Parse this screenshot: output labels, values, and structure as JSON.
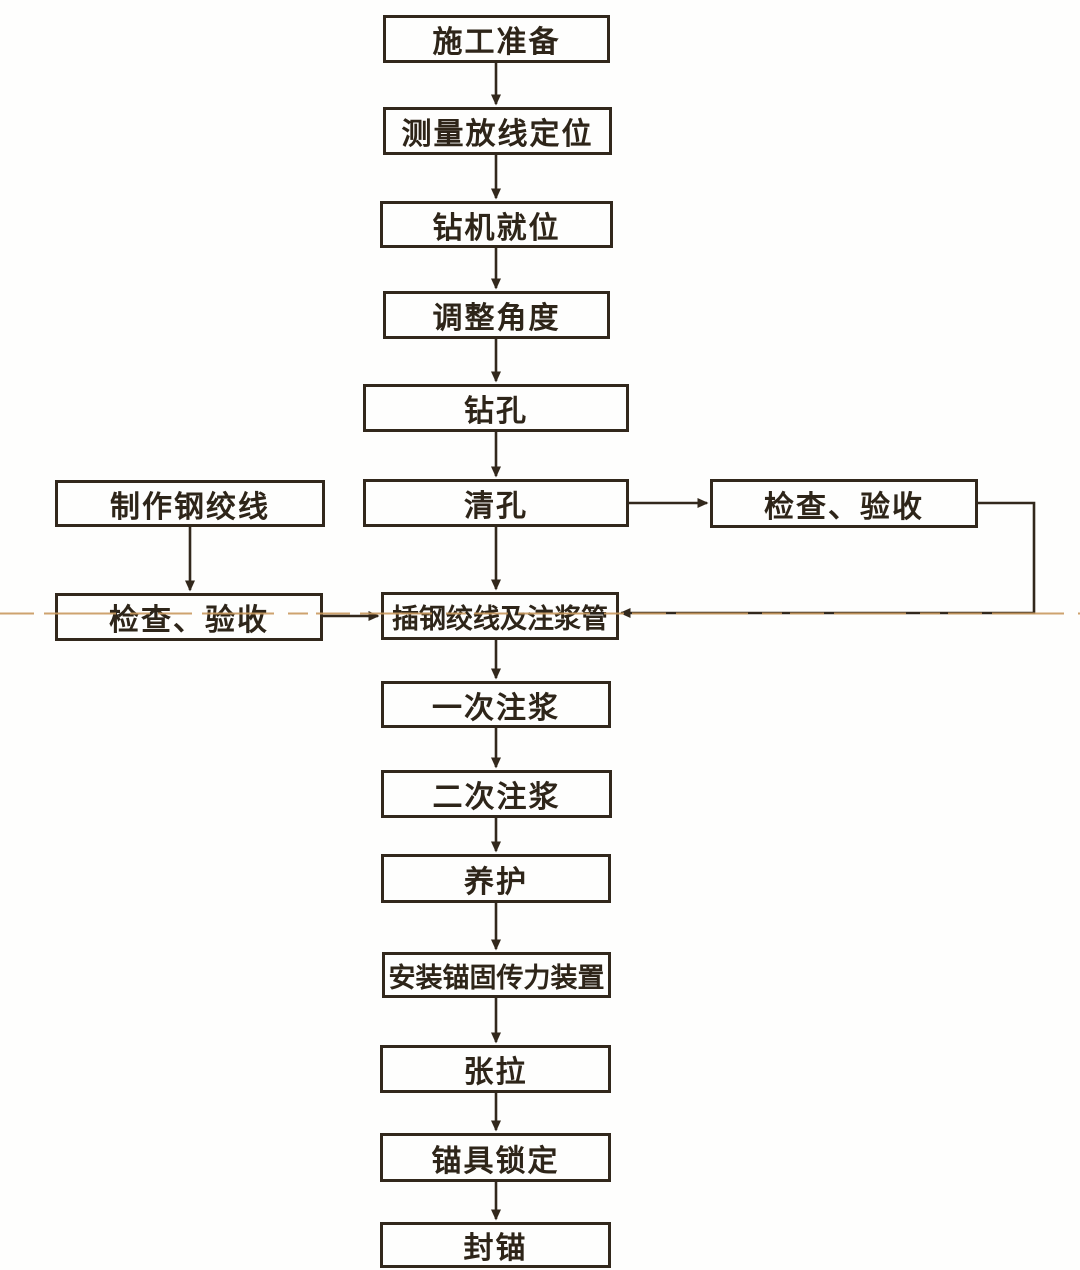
{
  "nodes": [
    {
      "id": "construction-preparation",
      "label": "施工准备"
    },
    {
      "id": "survey-layout-positioning",
      "label": "测量放线定位"
    },
    {
      "id": "drill-rig-in-place",
      "label": "钻机就位"
    },
    {
      "id": "adjust-angle",
      "label": "调整角度"
    },
    {
      "id": "drilling",
      "label": "钻孔"
    },
    {
      "id": "hole-cleaning",
      "label": "清孔"
    },
    {
      "id": "insert-strand-and-grout-pipe",
      "label": "插钢绞线及注浆管"
    },
    {
      "id": "primary-grouting",
      "label": "一次注浆"
    },
    {
      "id": "secondary-grouting",
      "label": "二次注浆"
    },
    {
      "id": "curing",
      "label": "养护"
    },
    {
      "id": "install-anchor-force-device",
      "label": "安装锚固传力装置"
    },
    {
      "id": "tensioning",
      "label": "张拉"
    },
    {
      "id": "anchor-locking",
      "label": "锚具锁定"
    },
    {
      "id": "seal-anchor",
      "label": "封锚"
    },
    {
      "id": "fabricate-steel-strand",
      "label": "制作钢绞线"
    },
    {
      "id": "inspection-acceptance-left",
      "label": "检查、验收"
    },
    {
      "id": "inspection-acceptance-right",
      "label": "检查、验收"
    }
  ],
  "edges": [
    {
      "from": "construction-preparation",
      "to": "survey-layout-positioning"
    },
    {
      "from": "survey-layout-positioning",
      "to": "drill-rig-in-place"
    },
    {
      "from": "drill-rig-in-place",
      "to": "adjust-angle"
    },
    {
      "from": "adjust-angle",
      "to": "drilling"
    },
    {
      "from": "drilling",
      "to": "hole-cleaning"
    },
    {
      "from": "hole-cleaning",
      "to": "insert-strand-and-grout-pipe"
    },
    {
      "from": "insert-strand-and-grout-pipe",
      "to": "primary-grouting"
    },
    {
      "from": "primary-grouting",
      "to": "secondary-grouting"
    },
    {
      "from": "secondary-grouting",
      "to": "curing"
    },
    {
      "from": "curing",
      "to": "install-anchor-force-device"
    },
    {
      "from": "install-anchor-force-device",
      "to": "tensioning"
    },
    {
      "from": "tensioning",
      "to": "anchor-locking"
    },
    {
      "from": "anchor-locking",
      "to": "seal-anchor"
    },
    {
      "from": "fabricate-steel-strand",
      "to": "inspection-acceptance-left"
    },
    {
      "from": "inspection-acceptance-left",
      "to": "insert-strand-and-grout-pipe"
    },
    {
      "from": "hole-cleaning",
      "to": "inspection-acceptance-right"
    },
    {
      "from": "inspection-acceptance-right",
      "to": "insert-strand-and-grout-pipe"
    }
  ],
  "colors": {
    "line": "#32281c",
    "box_border": "#32281c",
    "text": "#2e2519",
    "background": "#fefefd",
    "artifact_line": "#c99a5f"
  }
}
